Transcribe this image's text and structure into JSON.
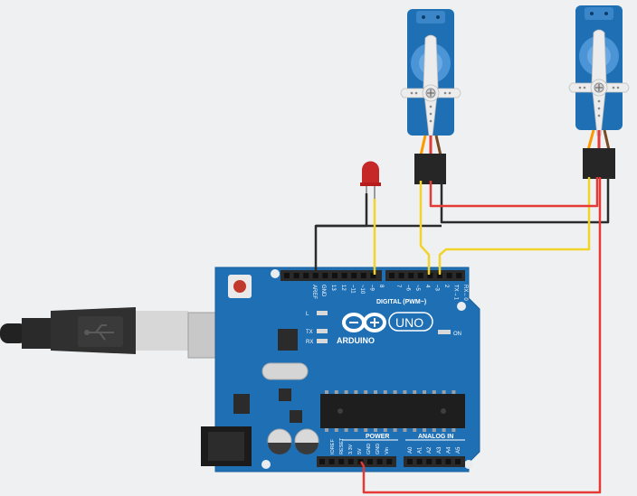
{
  "board": {
    "brand": "ARDUINO",
    "model": "UNO",
    "digital_header_label": "DIGITAL (PWM~)",
    "power_label": "POWER",
    "analog_label": "ANALOG IN",
    "on_label": "ON",
    "led_labels": [
      "L",
      "TX",
      "RX"
    ],
    "digital_pins": [
      "AREF",
      "GND",
      "13",
      "12",
      "~11",
      "~10",
      "~9",
      "8",
      "7",
      "~6",
      "~5",
      "4",
      "~3",
      "2",
      "TX→1",
      "RX←0"
    ],
    "power_pins": [
      "IOREF",
      "RESET",
      "3.3V",
      "5V",
      "GND",
      "GND",
      "Vin"
    ],
    "analog_pins": [
      "A0",
      "A1",
      "A2",
      "A3",
      "A4",
      "A5"
    ]
  },
  "components": {
    "servos": [
      "servo-left",
      "servo-right"
    ],
    "led_color": "#c62828",
    "usb_cable": "usb-b-cable"
  },
  "wire_colors": {
    "signal": "#f2d32c",
    "power": "#e53935",
    "ground": "#2b2b2b",
    "board": "#1f6fb5"
  }
}
